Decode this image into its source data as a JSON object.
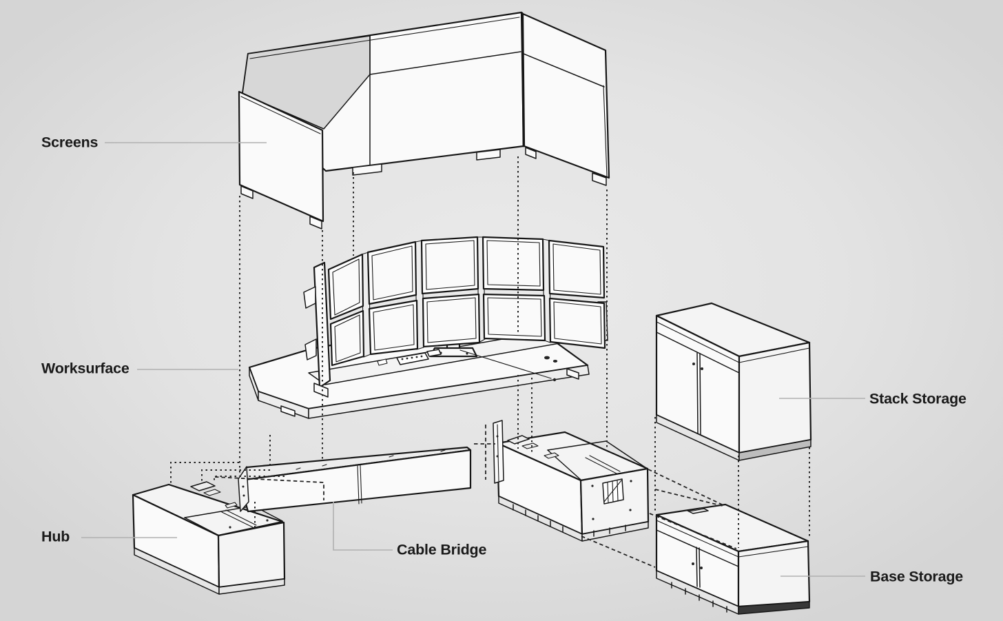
{
  "diagram": {
    "type": "exploded-isometric-illustration",
    "monitor_array": {
      "rows": 2,
      "columns": 5,
      "count": 10
    },
    "parts": [
      {
        "id": "screens",
        "label": "Screens"
      },
      {
        "id": "worksurface",
        "label": "Worksurface"
      },
      {
        "id": "hub",
        "label": "Hub"
      },
      {
        "id": "cable_bridge",
        "label": "Cable Bridge"
      },
      {
        "id": "stack_storage",
        "label": "Stack Storage"
      },
      {
        "id": "base_storage",
        "label": "Base Storage"
      }
    ]
  },
  "labels": {
    "screens": "Screens",
    "worksurface": "Worksurface",
    "hub": "Hub",
    "cable_bridge": "Cable Bridge",
    "stack_storage": "Stack Storage",
    "base_storage": "Base Storage"
  },
  "colors": {
    "background": "#e3e3e3",
    "line": "#161616",
    "panel": "#fafafa",
    "shade": "#d7d7d7",
    "leader": "#b0b0b0",
    "text": "#1a1a1a"
  }
}
